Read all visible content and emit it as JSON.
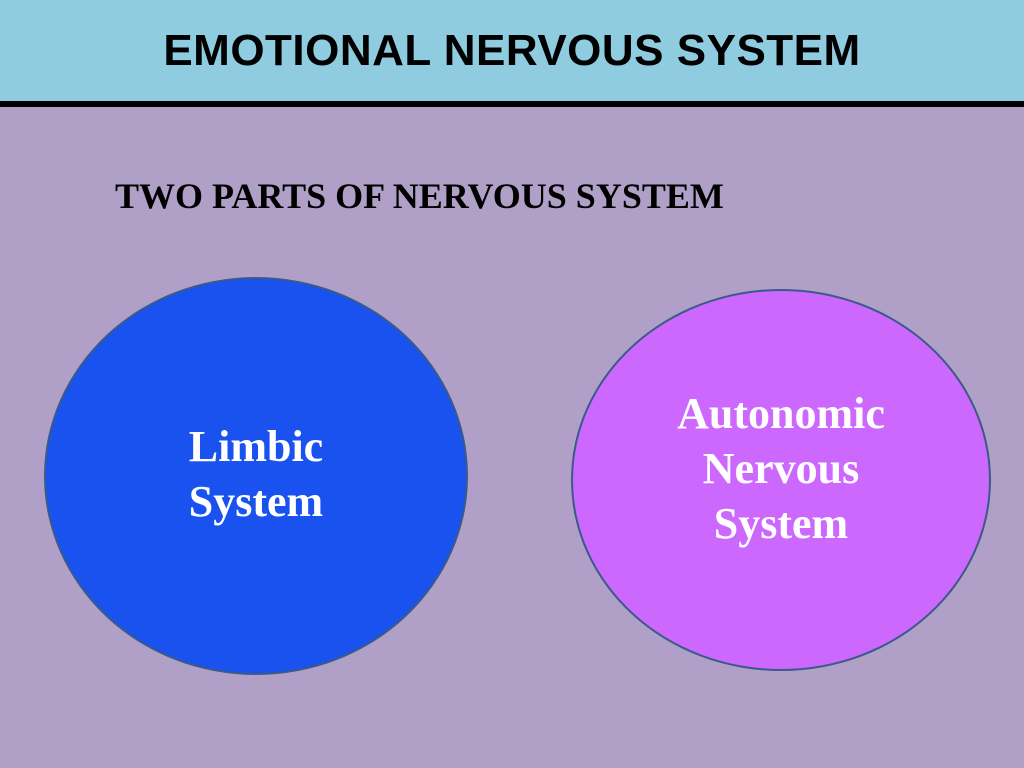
{
  "header": {
    "title": "EMOTIONAL NERVOUS SYSTEM"
  },
  "subtitle": "TWO PARTS OF NERVOUS SYSTEM",
  "parts": [
    {
      "label": "Limbic\nSystem"
    },
    {
      "label": "Autonomic\nNervous\nSystem"
    }
  ],
  "colors": {
    "header_bg": "#8fccdf",
    "slide_bg": "#b09fc6",
    "limbic_fill": "#1a52f0",
    "autonomic_fill": "#cc68fe",
    "label_text": "#ffffff"
  }
}
